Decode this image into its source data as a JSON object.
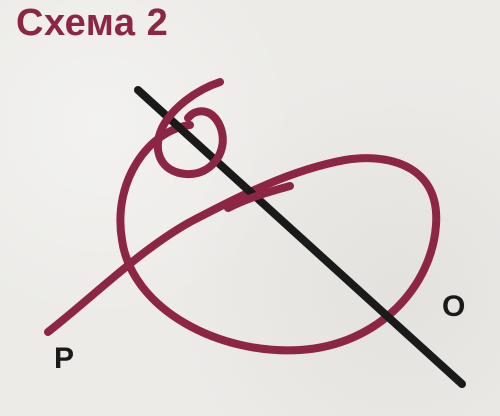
{
  "title": "Схема 2",
  "labels": {
    "start": "P",
    "end": "O"
  },
  "colors": {
    "cord": "#8d2545",
    "bar": "#1a1a1a",
    "title": "#8d2545",
    "background": "#ecebe8"
  }
}
